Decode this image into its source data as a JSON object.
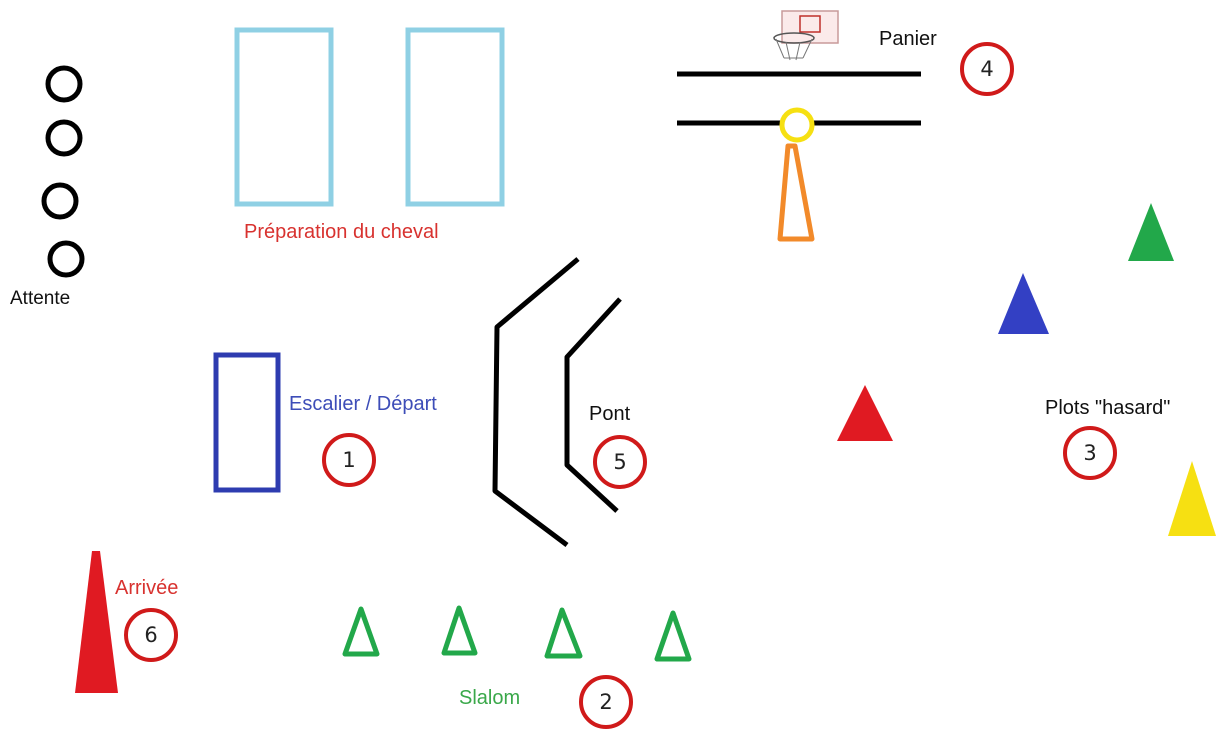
{
  "colors": {
    "black": "#000000",
    "light_blue": "#8fd0e4",
    "dark_blue": "#2e3cb0",
    "red": "#e01a22",
    "green": "#22a84a",
    "blue": "#3340c4",
    "yellow": "#f6e012",
    "orange": "#f28a2a",
    "circle_red": "#d01a1a"
  },
  "labels": {
    "attente": "Attente",
    "preparation": "Préparation du cheval",
    "panier": "Panier",
    "escalier": "Escalier / Départ",
    "pont": "Pont",
    "plots": "Plots \"hasard\"",
    "arrivee": "Arrivée",
    "slalom": "Slalom"
  },
  "stations": {
    "s1": "1",
    "s2": "2",
    "s3": "3",
    "s4": "4",
    "s5": "5",
    "s6": "6"
  },
  "icons": {
    "basket": "basketball-hoop-icon"
  }
}
